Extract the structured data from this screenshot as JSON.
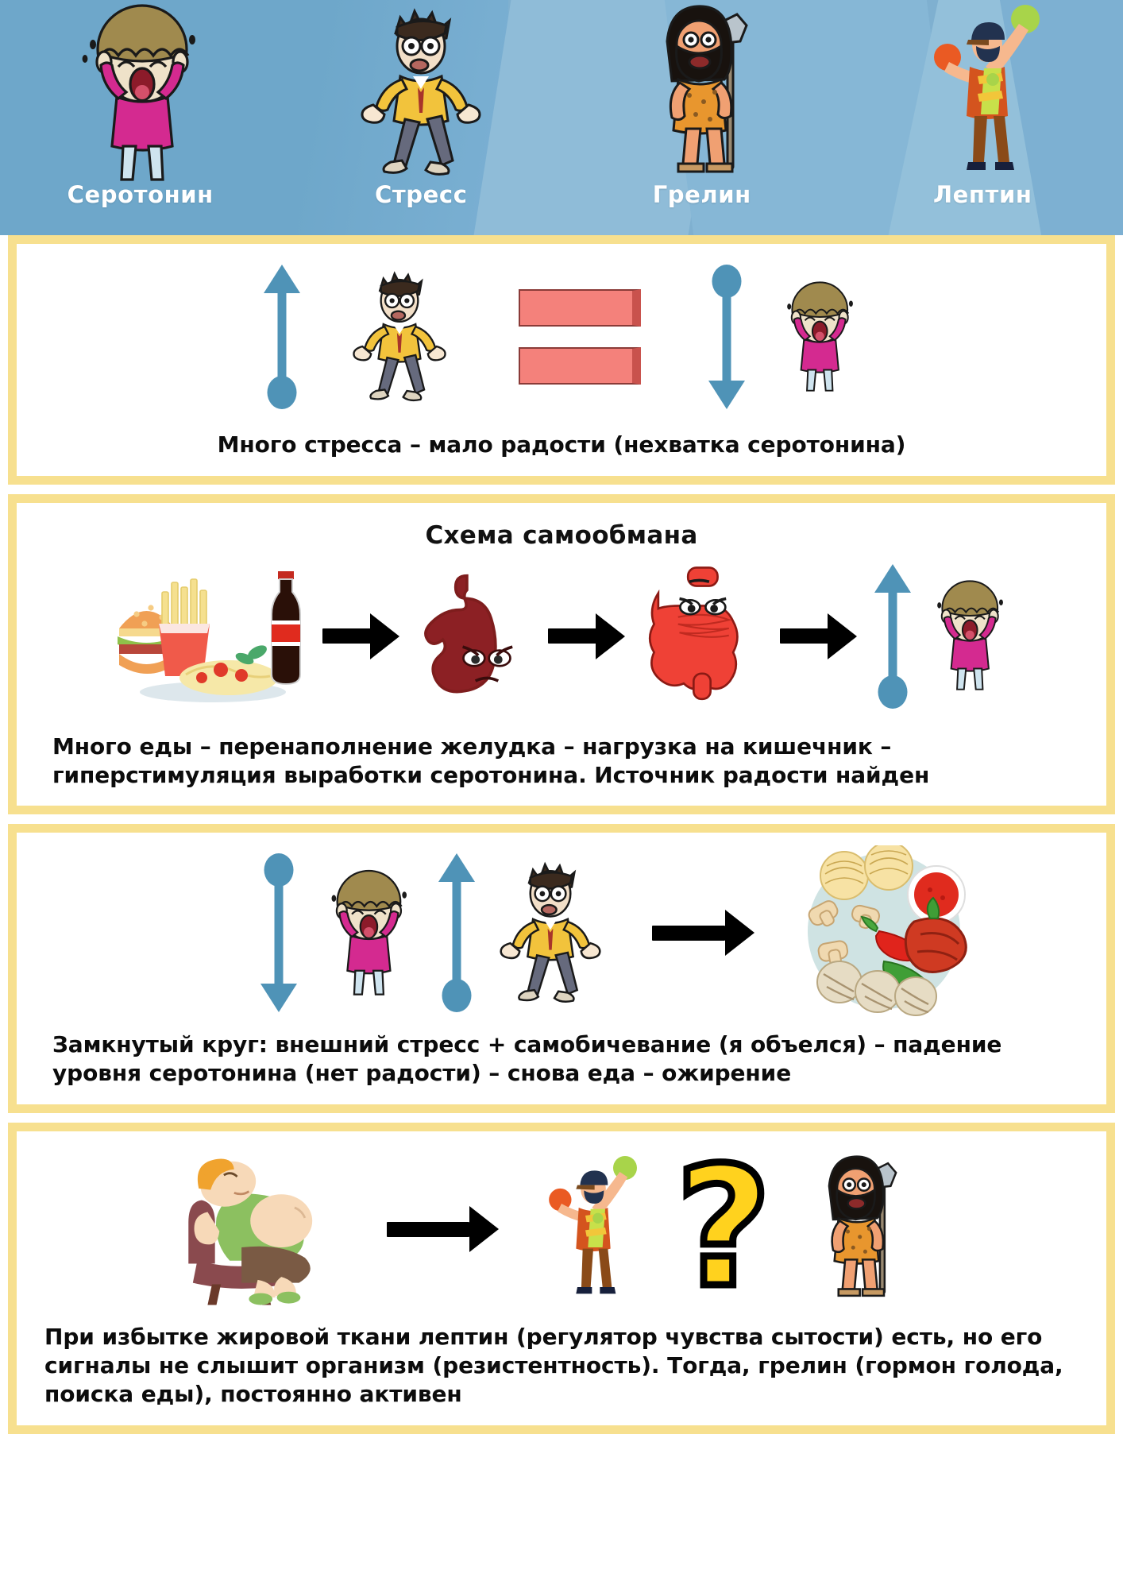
{
  "header": {
    "background_color": "#7fb0d0",
    "items": [
      {
        "label": "Серотонин",
        "icon": "happy-serotonin-character-icon"
      },
      {
        "label": "Стресс",
        "icon": "stressed-man-icon"
      },
      {
        "label": "Грелин",
        "icon": "caveman-with-spear-icon"
      },
      {
        "label": "Лептин",
        "icon": "juggler-man-icon"
      }
    ]
  },
  "frame_color": "#f7e08f",
  "panels": [
    {
      "id": "panel-stress-serotonin",
      "title": "",
      "visuals": [
        {
          "name": "up-arrow-icon",
          "direction": "up",
          "color": "#4f93b7"
        },
        {
          "name": "stressed-man-icon"
        },
        {
          "name": "equals-sign-icon",
          "color": "#f4817b"
        },
        {
          "name": "down-arrow-icon",
          "direction": "down",
          "color": "#4f93b7"
        },
        {
          "name": "happy-serotonin-character-icon"
        }
      ],
      "caption": "Много стресса – мало радости (нехватка серотонина)"
    },
    {
      "id": "panel-self-deception",
      "title": "Схема самообмана",
      "visuals": [
        {
          "name": "junk-food-plate-icon"
        },
        {
          "name": "right-arrow-icon"
        },
        {
          "name": "grumpy-stomach-icon"
        },
        {
          "name": "right-arrow-icon"
        },
        {
          "name": "angry-intestine-icon"
        },
        {
          "name": "right-arrow-icon"
        },
        {
          "name": "up-arrow-icon",
          "direction": "up",
          "color": "#4f93b7"
        },
        {
          "name": "happy-serotonin-character-icon"
        }
      ],
      "caption_line1": "Много еды – перенаполнение желудка – нагрузка на кишечник –",
      "caption_line2": "гиперстимуляция выработки серотонина. Источник радости найден"
    },
    {
      "id": "panel-vicious-circle",
      "title": "",
      "visuals": [
        {
          "name": "down-arrow-icon",
          "direction": "down",
          "color": "#4f93b7"
        },
        {
          "name": "happy-serotonin-character-icon"
        },
        {
          "name": "up-arrow-icon",
          "direction": "up",
          "color": "#4f93b7"
        },
        {
          "name": "stressed-man-icon"
        },
        {
          "name": "right-arrow-icon"
        },
        {
          "name": "healthy-food-plate-icon"
        }
      ],
      "caption_line1": "Замкнутый круг: внешний стресс + самобичевание (я объелся) – падение",
      "caption_line2": "уровня серотонина  (нет радости) – снова еда – ожирение"
    },
    {
      "id": "panel-leptin-ghrelin",
      "title": "",
      "visuals": [
        {
          "name": "obese-man-in-armchair-icon"
        },
        {
          "name": "right-arrow-icon"
        },
        {
          "name": "juggler-man-icon"
        },
        {
          "name": "question-mark-icon",
          "glyph": "?",
          "color": "#ffd21e"
        },
        {
          "name": "caveman-with-spear-icon"
        }
      ],
      "caption_line1": "При избытке жировой ткани лептин (регулятор чувства сытости) есть, но его",
      "caption_line2": "сигналы не слышит организм (резистентность). Тогда, грелин (гормон голода,",
      "caption_line3": "поиска еды), постоянно активен"
    }
  ]
}
